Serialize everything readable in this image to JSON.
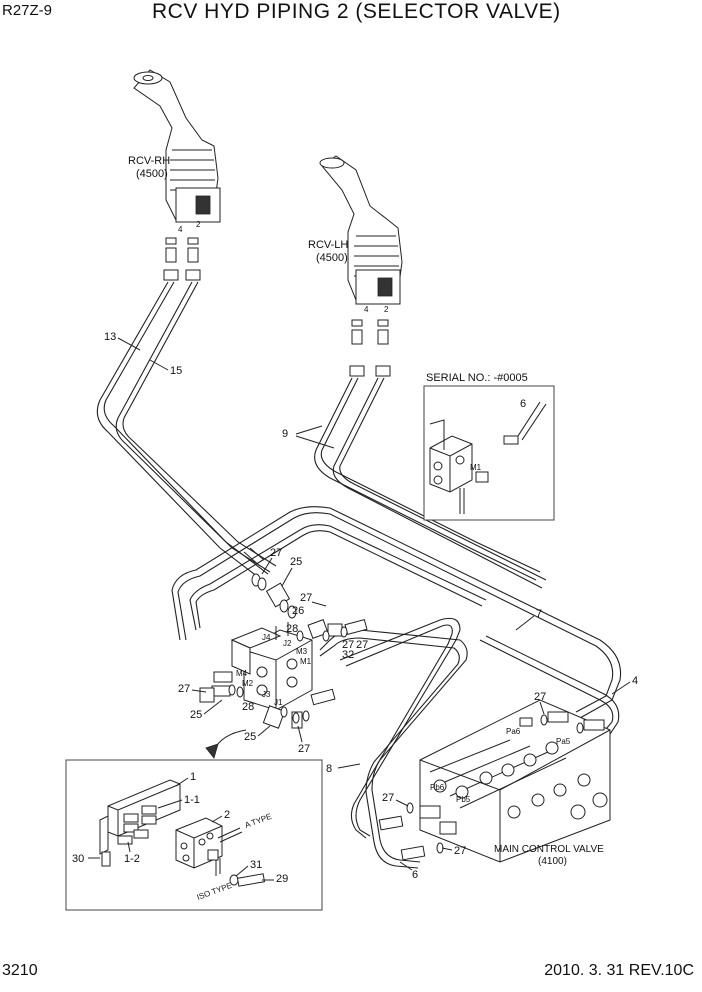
{
  "header": {
    "model_code": "R27Z-9",
    "title": "RCV HYD PIPING 2 (SELECTOR VALVE)"
  },
  "footer": {
    "page_number": "3210",
    "revision": "2010. 3. 31  REV.10C"
  },
  "components": {
    "rcv_rh": {
      "name": "RCV-RH",
      "code": "(4500)",
      "port_a": "4",
      "port_b": "2"
    },
    "rcv_lh": {
      "name": "RCV-LH",
      "code": "(4500)",
      "port_a": "4",
      "port_b": "2"
    },
    "main_control_valve": {
      "name": "MAIN CONTROL VALVE",
      "code": "(4100)"
    }
  },
  "serial_inset": {
    "title": "SERIAL NO.: -#0005",
    "callout": "6",
    "port": "M1"
  },
  "ports": {
    "j4": "J4",
    "j2": "J2",
    "m3": "M3",
    "m1": "M1",
    "m4": "M4",
    "m2": "M2",
    "j3": "J3",
    "j1": "J1",
    "pa6": "Pa6",
    "pa5": "Pa5",
    "pb6": "Pb6",
    "pb5": "Pb5"
  },
  "callouts": {
    "c13": "13",
    "c15": "15",
    "c9": "9",
    "c7": "7",
    "c4": "4",
    "c8": "8",
    "c6": "6",
    "c27_a": "27",
    "c25_a": "25",
    "c27_b": "27",
    "c26": "26",
    "c28_a": "28",
    "c27_c": "27",
    "c32": "32",
    "c27_d": "27",
    "c25_b": "25",
    "c28_b": "28",
    "c25_c": "25",
    "c27_e": "27",
    "c27_f": "27",
    "c27_g": "27",
    "c27_h": "27"
  },
  "detail_inset": {
    "callout_1": "1",
    "callout_1_1": "1-1",
    "callout_2": "2",
    "callout_1_2": "1-2",
    "callout_30": "30",
    "callout_31": "31",
    "callout_29": "29",
    "note_a_type": "A TYPE",
    "note_iso_type": "ISO TYPE"
  }
}
